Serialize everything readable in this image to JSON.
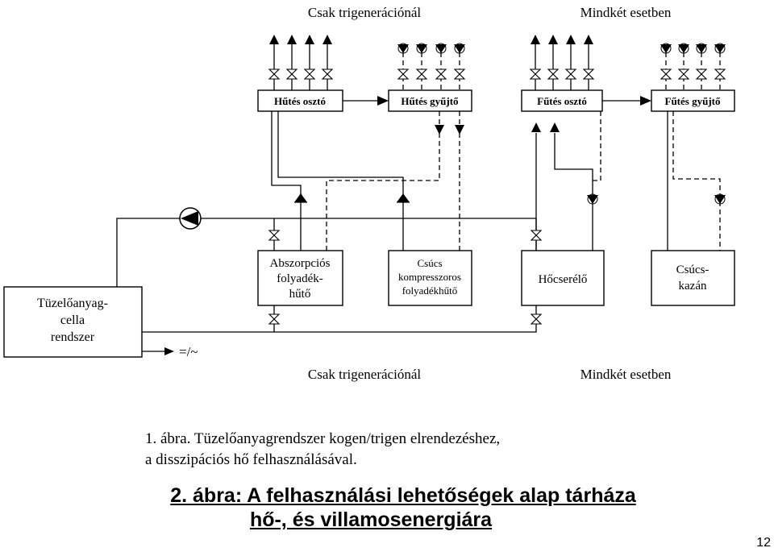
{
  "diagram": {
    "section_labels": {
      "top_left": "Csak trigenerációnál",
      "top_right": "Mindkét esetben",
      "bottom_left": "Csak trigenerációnál",
      "bottom_right": "Mindkét esetben"
    },
    "boxes": {
      "cooling_distributor": "Hűtés osztó",
      "cooling_collector": "Hűtés gyűjtő",
      "heating_distributor": "Fűtés osztó",
      "heating_collector": "Fűtés gyűjtő",
      "absorption_chiller": [
        "Abszorpciós",
        "folyadék-",
        "hűtő"
      ],
      "peak_compressor_chiller": [
        "Csúcs",
        "kompresszoros",
        "folyadékhűtő"
      ],
      "heat_exchanger": "Hőcserélő",
      "peak_boiler": [
        "Csúcs-",
        "kazán"
      ],
      "fuel_cell_system": [
        "Tüzelőanyag-",
        "cella",
        "rendszer"
      ]
    },
    "electric_output_label": "=/~"
  },
  "caption": {
    "line1": "1. ábra. Tüzelőanyagrendszer kogen/trigen elrendezéshez,",
    "line2": "a disszipációs hő felhasználásával."
  },
  "footer": {
    "title_line1": "2. ábra: A felhasználási  lehetőségek alap tárháza",
    "title_line2": "hő-, és villamosenergiára"
  },
  "page_number": "12"
}
